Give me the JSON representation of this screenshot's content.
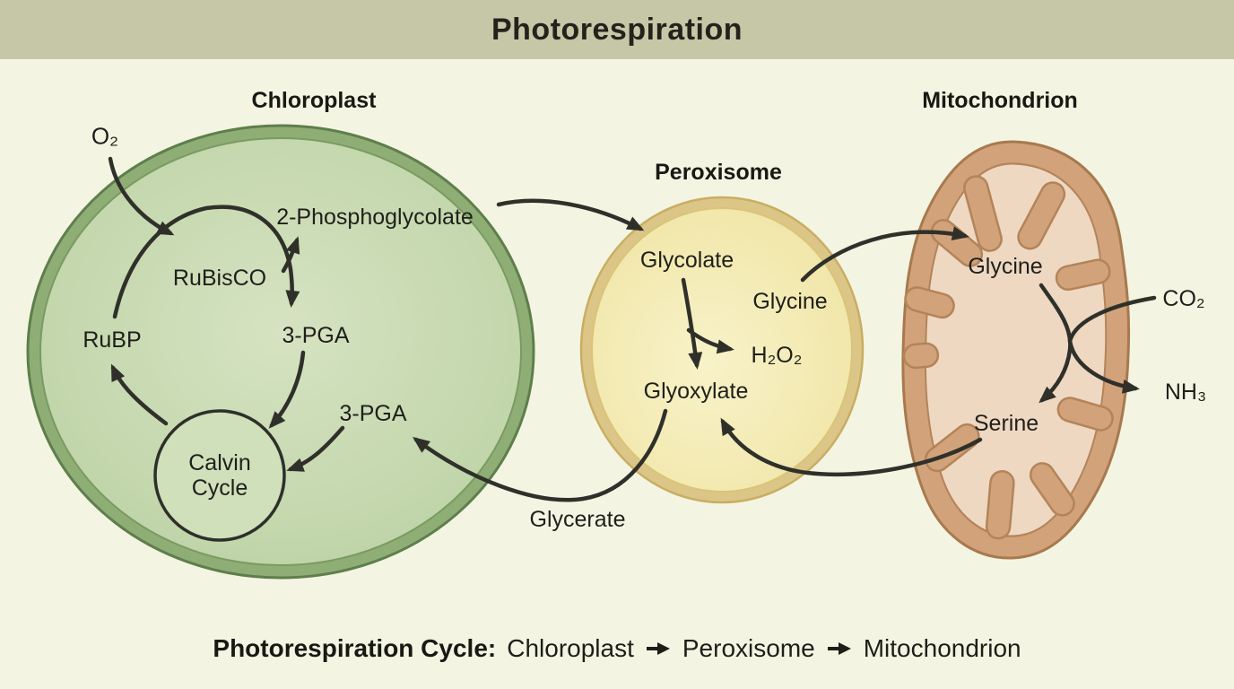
{
  "title": "Photorespiration",
  "organelles": {
    "chloroplast": "Chloroplast",
    "peroxisome": "Peroxisome",
    "mitochondrion": "Mitochondrion"
  },
  "molecules": {
    "o2": "O₂",
    "phosphoglycolate": "2-Phosphoglycolate",
    "rubisco": "RuBisCO",
    "rubp": "RuBP",
    "pga_upper": "3-PGA",
    "pga_lower": "3-PGA",
    "calvin_cycle": "Calvin Cycle",
    "glycolate": "Glycolate",
    "glycine_peroxisome": "Glycine",
    "h2o2": "H₂O₂",
    "glyoxylate": "Glyoxylate",
    "glycerate": "Glycerate",
    "glycine_mitochondrion": "Glycine",
    "serine": "Serine",
    "co2": "CO₂",
    "nh3": "NH₃"
  },
  "caption": {
    "prefix": "Photorespiration Cycle:",
    "steps": [
      "Chloroplast",
      "Peroxisome",
      "Mitochondrion"
    ]
  },
  "colors": {
    "background": "#f3f5e2",
    "header_bg": "#c6c7a7",
    "chloroplast_membrane": "#8fae76",
    "chloroplast_outline": "#5e7e4b",
    "chloroplast_inner_stroke": "#7a9a62",
    "peroxisome_membrane": "#dcc687",
    "peroxisome_outline": "#c9ad63",
    "mitochondrion_wall": "#d2a37a",
    "mitochondrion_outline": "#a8794f",
    "mitochondrion_matrix": "#eed8c2",
    "calvin_fill": "#cfe0ba",
    "arrow": "#30302a",
    "text": "#1e1e19"
  }
}
